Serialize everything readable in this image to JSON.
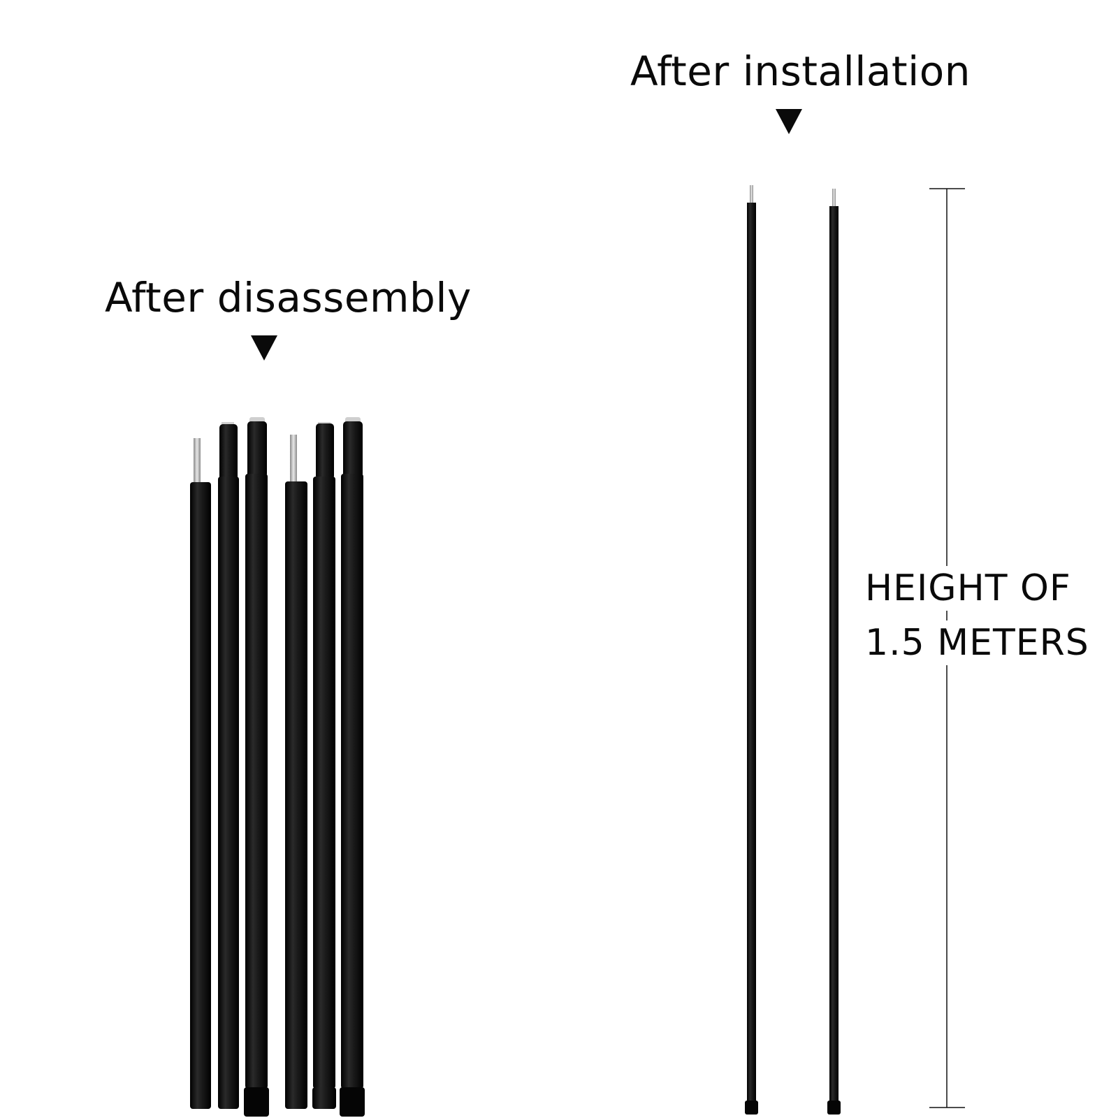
{
  "captions": {
    "installation": "After installation",
    "disassembly": "After disassembly"
  },
  "dimension": {
    "line1": "HEIGHT OF",
    "line2": "1.5 METERS"
  },
  "icons": {
    "arrow": "down-triangle-icon"
  },
  "colors": {
    "pole": "#111111",
    "cap": "#050505",
    "tip": "#bdbdbd",
    "background": "#ffffff"
  }
}
